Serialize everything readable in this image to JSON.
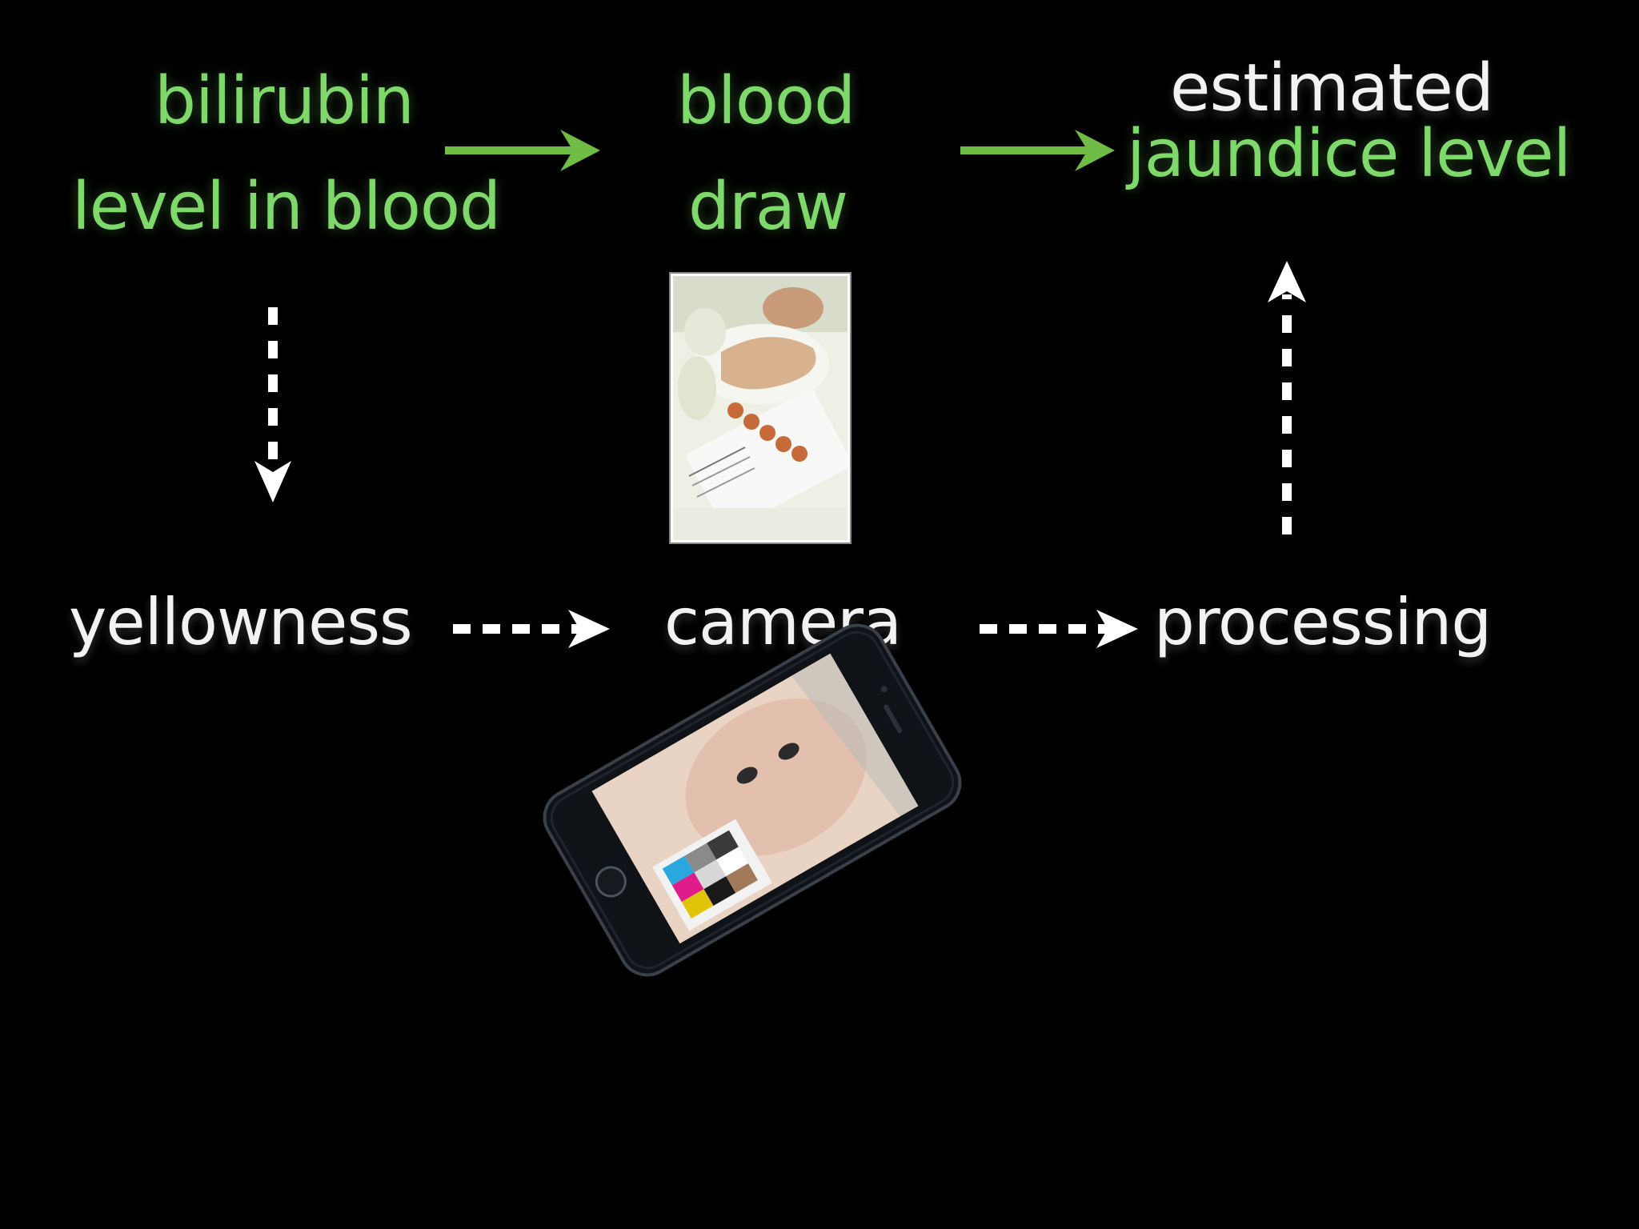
{
  "top_row": {
    "bilirubin_line1": "bilirubin",
    "bilirubin_line2": "level in blood",
    "blood_line1": "blood",
    "blood_line2": "draw",
    "estimated_line1": "estimated",
    "estimated_line2": "jaundice level"
  },
  "bottom_row": {
    "yellowness": "yellowness",
    "camera": "camera",
    "processing": "processing"
  },
  "colors": {
    "green_text": "#7ed86a",
    "green_arrow": "#6fbd44",
    "white": "#f2f2f2",
    "background": "#000000"
  },
  "icons": {
    "blood_draw_photo": "infant-heel-blood-draw-photo",
    "camera_phone": "smartphone-with-baby-and-color-card"
  }
}
